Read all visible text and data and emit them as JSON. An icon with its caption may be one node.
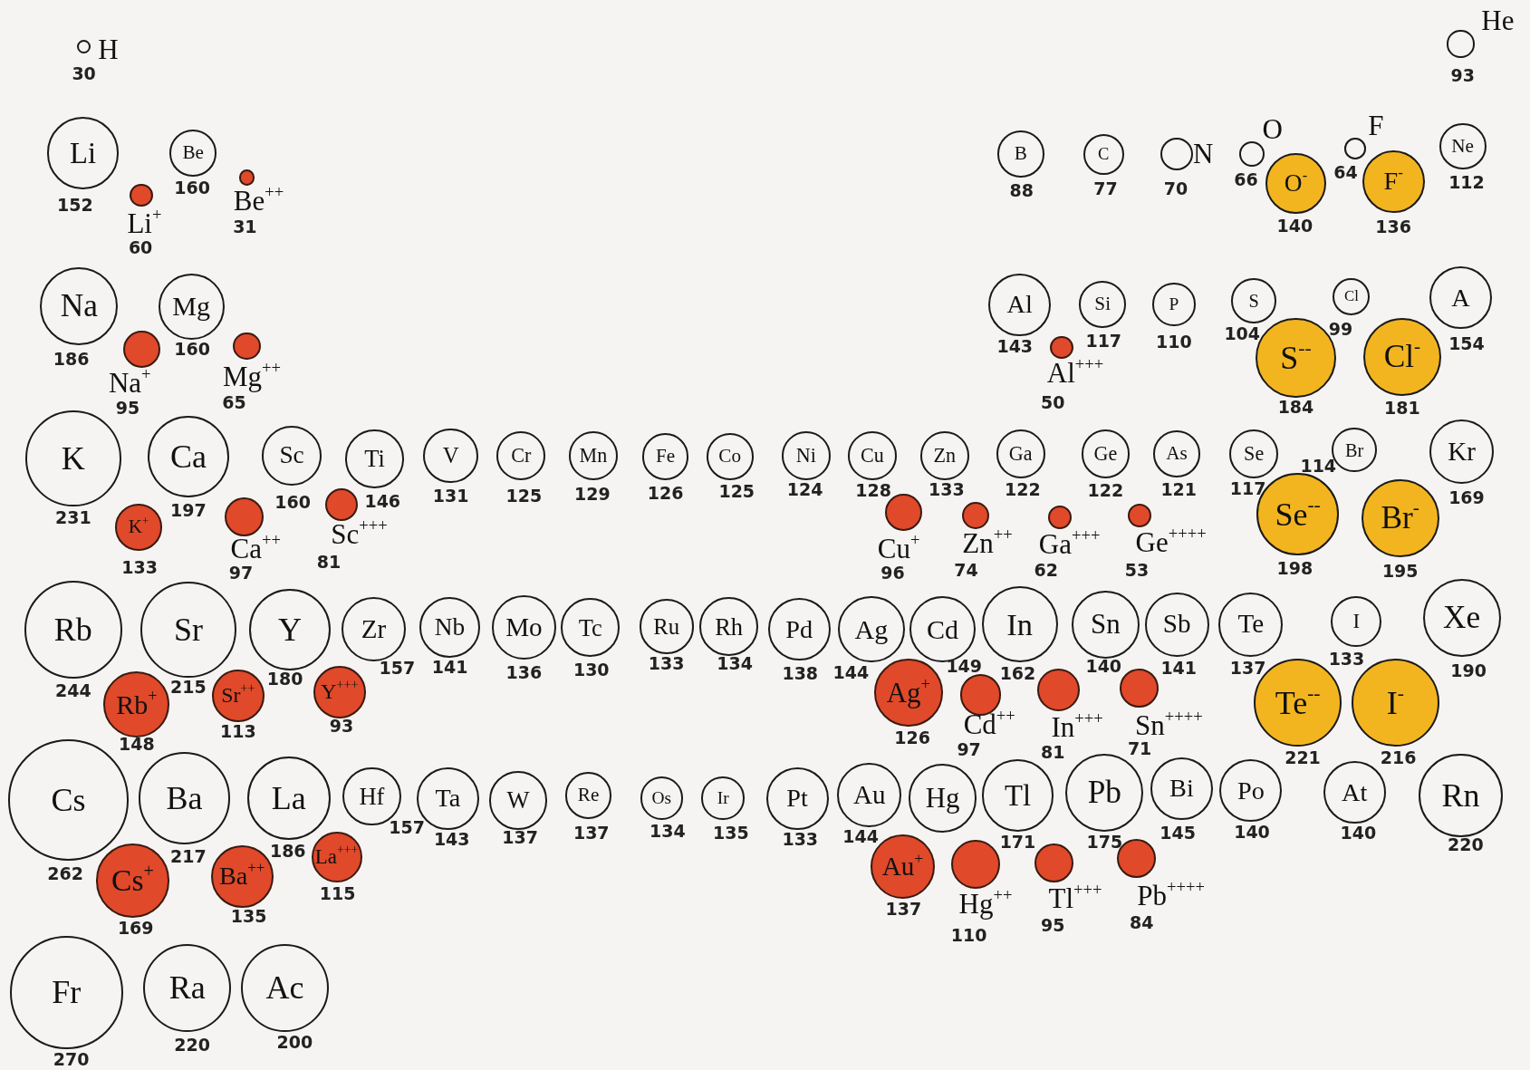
{
  "diagram": {
    "nodes": [
      {
        "text": [
          "H"
        ],
        "beside": [
          "30"
        ]
      },
      {
        "text": [
          "He"
        ],
        "beside": [
          "93"
        ]
      },
      {
        "text": [
          "Li"
        ],
        "beside": [
          "152"
        ]
      },
      {
        "text": [
          "Be"
        ],
        "beside": [
          "160"
        ]
      },
      {
        "text": [
          "Li$^{+}$"
        ]
      },
      {
        "text": [
          "Be$^{++}$"
        ],
        "beside": [
          "31"
        ]
      },
      {
        "text": [
          "B"
        ],
        "beside": [
          "88"
        ]
      },
      {
        "text": [
          "C"
        ],
        "beside": [
          "77"
        ]
      },
      {
        "text": [
          "N"
        ],
        "beside": [
          "70"
        ]
      },
      {
        "text": [
          "O"
        ],
        "beside": [
          "66"
        ]
      },
      {
        "text": [
          "F"
        ],
        "beside": [
          "64"
        ]
      },
      {
        "text": [
          "Ne"
        ],
        "beside": [
          "112"
        ]
      },
      {
        "text": [
          "O$^{-}$"
        ],
        "beside": [
          "140"
        ]
      },
      {
        "text": [
          "F$^{-}$"
        ],
        "beside": [
          "136"
        ]
      },
      {
        "text": [
          "Na"
        ],
        "beside": [
          "186"
        ]
      },
      {
        "text": [
          "Mg"
        ],
        "beside": [
          "160"
        ]
      },
      {
        "text": [
          "Na$^{+}$"
        ]
      },
      {
        "text": [
          "Mg$^{++}$"
        ]
      },
      {
        "text": [
          "Al"
        ],
        "beside": [
          "143"
        ]
      },
      {
        "text": [
          "Si"
        ],
        "beside": [
          "117"
        ]
      },
      {
        "text": [
          "P"
        ],
        "beside": [
          "110"
        ]
      },
      {
        "text": [
          "S"
        ],
        "beside": [
          "104"
        ]
      },
      {
        "text": [
          "Cl"
        ],
        "beside": [
          "99"
        ]
      },
      {
        "text": [
          "A"
        ],
        "beside": [
          "154"
        ]
      },
      {
        "text": [
          "Al$^{+++}$"
        ]
      },
      {
        "text": [
          "S$^{--}$"
        ],
        "beside": [
          "184"
        ]
      },
      {
        "text": [
          "Cl$^{-}$"
        ],
        "beside": [
          "181"
        ]
      },
      {
        "text": [
          "K"
        ],
        "beside": [
          "231"
        ]
      },
      {
        "text": [
          "Ca"
        ],
        "beside": [
          "197"
        ]
      },
      {
        "text": [
          "Sc"
        ],
        "beside": [
          "160"
        ]
      },
      {
        "text": [
          "Ti"
        ],
        "beside": [
          "146"
        ]
      },
      {
        "text": [
          "V"
        ],
        "beside": [
          "131"
        ]
      },
      {
        "text": [
          "Cr"
        ],
        "beside": [
          "125"
        ]
      },
      {
        "text": [
          "Mn"
        ],
        "beside": [
          "129"
        ]
      },
      {
        "text": [
          "Fe"
        ],
        "beside": [
          "126"
        ]
      },
      {
        "text": [
          "Co"
        ],
        "beside": [
          "125"
        ]
      },
      {
        "text": [
          "Ni"
        ],
        "beside": [
          "124"
        ]
      },
      {
        "text": [
          "Cu"
        ],
        "beside": [
          "128"
        ]
      },
      {
        "text": [
          "Zn"
        ],
        "beside": [
          "133"
        ]
      },
      {
        "text": [
          "Ga"
        ],
        "beside": [
          "122"
        ]
      },
      {
        "text": [
          "Ge"
        ],
        "beside": [
          "122"
        ]
      },
      {
        "text": [
          "As"
        ],
        "beside": [
          "121"
        ]
      },
      {
        "text": [
          "Se"
        ],
        "beside": [
          "117"
        ]
      },
      {
        "text": [
          "Br"
        ],
        "beside": [
          "114"
        ]
      },
      {
        "text": [
          "Kr"
        ],
        "beside": [
          "169"
        ]
      },
      {
        "text": [
          "K$^{+}$"
        ],
        "beside": [
          "133"
        ]
      },
      {
        "text": [
          "Ca$^{++}$"
        ]
      },
      {
        "text": [
          "Sc$^{+++}$"
        ]
      },
      {
        "text": [
          "Cu$^{+}$"
        ]
      },
      {
        "text": [
          "Zn$^{++}$"
        ]
      },
      {
        "text": [
          "Ga$^{+++}$"
        ]
      },
      {
        "text": [
          "Ge$^{++++}$"
        ]
      },
      {
        "text": [
          "Se$^{--}$"
        ],
        "beside": [
          "198"
        ]
      },
      {
        "text": [
          "Br$^{-}$"
        ],
        "beside": [
          "195"
        ]
      },
      {
        "text": [
          "Rb"
        ],
        "beside": [
          "244"
        ]
      },
      {
        "text": [
          "Sr"
        ],
        "beside": [
          "215"
        ]
      },
      {
        "text": [
          "Y"
        ],
        "beside": [
          "180"
        ]
      },
      {
        "text": [
          "Zr"
        ],
        "beside": [
          "157"
        ]
      },
      {
        "text": [
          "Nb"
        ],
        "beside": [
          "141"
        ]
      },
      {
        "text": [
          "Mo"
        ],
        "beside": [
          "136"
        ]
      },
      {
        "text": [
          "Tc"
        ],
        "beside": [
          "130"
        ]
      },
      {
        "text": [
          "Ru"
        ],
        "beside": [
          "133"
        ]
      },
      {
        "text": [
          "Rh"
        ],
        "beside": [
          "134"
        ]
      },
      {
        "text": [
          "Pd"
        ],
        "beside": [
          "138"
        ]
      },
      {
        "text": [
          "Ag"
        ],
        "beside": [
          "144"
        ]
      },
      {
        "text": [
          "Cd"
        ],
        "beside": [
          "149"
        ]
      },
      {
        "text": [
          "In"
        ],
        "beside": [
          "162"
        ]
      },
      {
        "text": [
          "Sn"
        ],
        "beside": [
          "140"
        ]
      },
      {
        "text": [
          "Sb"
        ],
        "beside": [
          "141"
        ]
      },
      {
        "text": [
          "Te"
        ],
        "beside": [
          "137"
        ]
      },
      {
        "text": [
          "I"
        ],
        "beside": [
          "133"
        ]
      },
      {
        "text": [
          "Xe"
        ],
        "beside": [
          "190"
        ]
      },
      {
        "text": [
          "Rb$^{+}$"
        ],
        "beside": [
          "148"
        ]
      },
      {
        "text": [
          "Sr$^{++}$"
        ],
        "beside": [
          "113"
        ]
      },
      {
        "text": [
          "Y$^{+++}$"
        ],
        "beside": [
          "93"
        ]
      },
      {
        "text": [
          "Ag$^{+}$"
        ],
        "beside": [
          "126"
        ]
      },
      {
        "text": [
          "Cd$^{++}$"
        ]
      },
      {
        "text": [
          "In$^{+++}$"
        ]
      },
      {
        "text": [
          "Sn$^{++++}$"
        ]
      },
      {
        "text": [
          "Te$^{--}$"
        ],
        "beside": [
          "221"
        ]
      },
      {
        "text": [
          "I$^{-}$"
        ],
        "beside": [
          "216"
        ]
      },
      {
        "text": [
          "Cs"
        ],
        "beside": [
          "262"
        ]
      },
      {
        "text": [
          "Ba"
        ],
        "beside": [
          "217"
        ]
      },
      {
        "text": [
          "La"
        ],
        "beside": [
          "186"
        ]
      },
      {
        "text": [
          "Hf"
        ],
        "beside": [
          "157"
        ]
      },
      {
        "text": [
          "Ta"
        ],
        "beside": [
          "143"
        ]
      },
      {
        "text": [
          "W"
        ],
        "beside": [
          "137"
        ]
      },
      {
        "text": [
          "Re"
        ],
        "beside": [
          "137"
        ]
      },
      {
        "text": [
          "Os"
        ],
        "beside": [
          "134"
        ]
      },
      {
        "text": [
          "Ir"
        ],
        "beside": [
          "135"
        ]
      },
      {
        "text": [
          "Pt"
        ],
        "beside": [
          "133"
        ]
      },
      {
        "text": [
          "Au"
        ],
        "beside": [
          "144"
        ]
      },
      {
        "text": [
          "Hg"
        ]
      },
      {
        "text": [
          "Tl"
        ],
        "beside": [
          "171"
        ]
      },
      {
        "text": [
          "Pb"
        ],
        "beside": [
          "175"
        ]
      },
      {
        "text": [
          "Bi"
        ],
        "beside": [
          "145"
        ]
      },
      {
        "text": [
          "Po"
        ],
        "beside": [
          "140"
        ]
      },
      {
        "text": [
          "At"
        ],
        "beside": [
          "140"
        ]
      },
      {
        "text": [
          "Rn"
        ],
        "beside": [
          "220"
        ]
      },
      {
        "text": [
          "Cs$^{+}$"
        ],
        "beside": [
          "169"
        ]
      },
      {
        "text": [
          "Ba$^{++}$"
        ],
        "beside": [
          "135"
        ]
      },
      {
        "text": [
          "La$^{+++}$"
        ],
        "beside": [
          "115"
        ]
      },
      {
        "text": [
          "Au$^{+}$"
        ],
        "beside": [
          "137"
        ]
      },
      {
        "text": [
          "Hg$^{++}$"
        ],
        "beside": [
          "110"
        ]
      },
      {
        "text": [
          "Tl$^{+++}$"
        ],
        "beside": [
          "95"
        ]
      },
      {
        "text": [
          "Pb$^{++++}$"
        ],
        "beside": [
          "84"
        ]
      },
      {
        "text": [
          "Fr"
        ],
        "beside": [
          "270"
        ]
      },
      {
        "text": [
          "Ra"
        ],
        "beside": [
          "220"
        ]
      },
      {
        "text": [
          "Ac"
        ],
        "beside": [
          "200"
        ]
      }
    ],
    "labels": [
      "60",
      "95",
      "65",
      "50",
      "97",
      "81",
      "96",
      "74",
      "62",
      "53",
      "97",
      "81",
      "71"
    ]
  }
}
